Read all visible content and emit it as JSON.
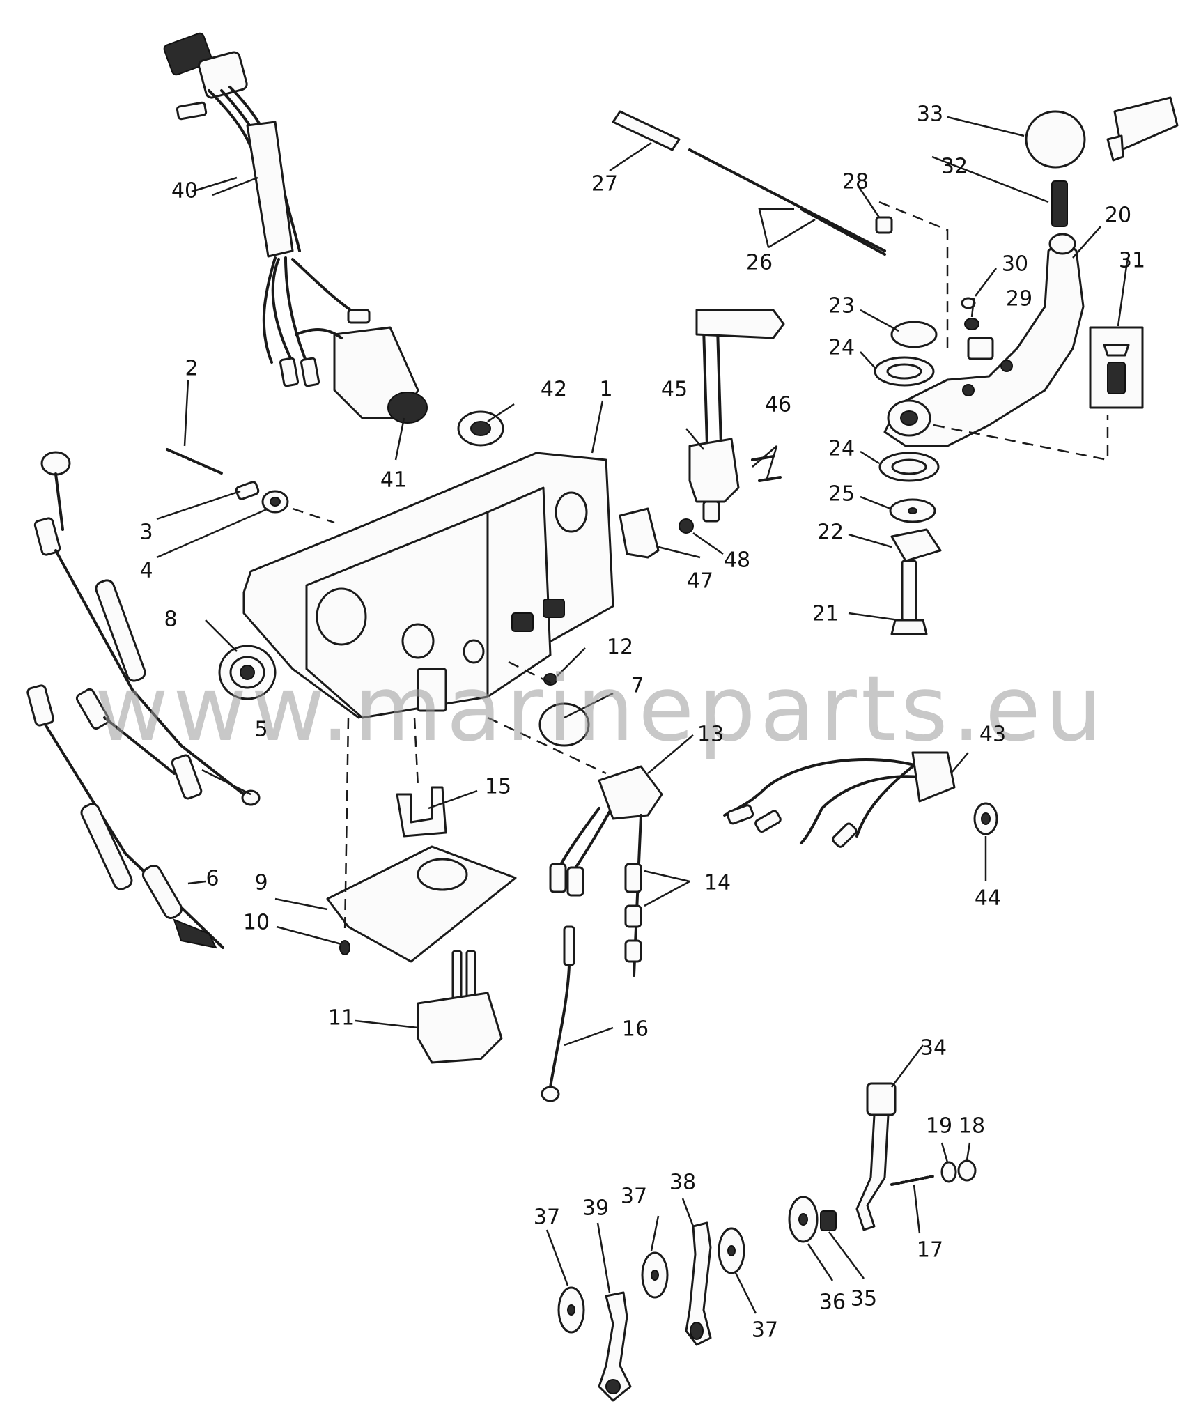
{
  "watermark": "www.marineparts.eu",
  "callouts": [
    {
      "id": "c1",
      "text": "1"
    },
    {
      "id": "c2",
      "text": "2"
    },
    {
      "id": "c3",
      "text": "3"
    },
    {
      "id": "c4",
      "text": "4"
    },
    {
      "id": "c5",
      "text": "5"
    },
    {
      "id": "c6",
      "text": "6"
    },
    {
      "id": "c7",
      "text": "7"
    },
    {
      "id": "c8",
      "text": "8"
    },
    {
      "id": "c9",
      "text": "9"
    },
    {
      "id": "c10",
      "text": "10"
    },
    {
      "id": "c11",
      "text": "11"
    },
    {
      "id": "c12",
      "text": "12"
    },
    {
      "id": "c13",
      "text": "13"
    },
    {
      "id": "c14",
      "text": "14"
    },
    {
      "id": "c15",
      "text": "15"
    },
    {
      "id": "c16",
      "text": "16"
    },
    {
      "id": "c17",
      "text": "17"
    },
    {
      "id": "c18",
      "text": "18"
    },
    {
      "id": "c19",
      "text": "19"
    },
    {
      "id": "c20",
      "text": "20"
    },
    {
      "id": "c21",
      "text": "21"
    },
    {
      "id": "c22",
      "text": "22"
    },
    {
      "id": "c23",
      "text": "23"
    },
    {
      "id": "c24a",
      "text": "24"
    },
    {
      "id": "c24b",
      "text": "24"
    },
    {
      "id": "c25",
      "text": "25"
    },
    {
      "id": "c26",
      "text": "26"
    },
    {
      "id": "c27",
      "text": "27"
    },
    {
      "id": "c28",
      "text": "28"
    },
    {
      "id": "c29",
      "text": "29"
    },
    {
      "id": "c30",
      "text": "30"
    },
    {
      "id": "c31",
      "text": "31"
    },
    {
      "id": "c32",
      "text": "32"
    },
    {
      "id": "c33",
      "text": "33"
    },
    {
      "id": "c34",
      "text": "34"
    },
    {
      "id": "c35",
      "text": "35"
    },
    {
      "id": "c36",
      "text": "36"
    },
    {
      "id": "c37a",
      "text": "37"
    },
    {
      "id": "c37b",
      "text": "37"
    },
    {
      "id": "c37c",
      "text": "37"
    },
    {
      "id": "c38",
      "text": "38"
    },
    {
      "id": "c39",
      "text": "39"
    },
    {
      "id": "c40",
      "text": "40"
    },
    {
      "id": "c41",
      "text": "41"
    },
    {
      "id": "c42",
      "text": "42"
    },
    {
      "id": "c43",
      "text": "43"
    },
    {
      "id": "c44",
      "text": "44"
    },
    {
      "id": "c45",
      "text": "45"
    },
    {
      "id": "c46",
      "text": "46"
    },
    {
      "id": "c47",
      "text": "47"
    },
    {
      "id": "c48",
      "text": "48"
    }
  ]
}
